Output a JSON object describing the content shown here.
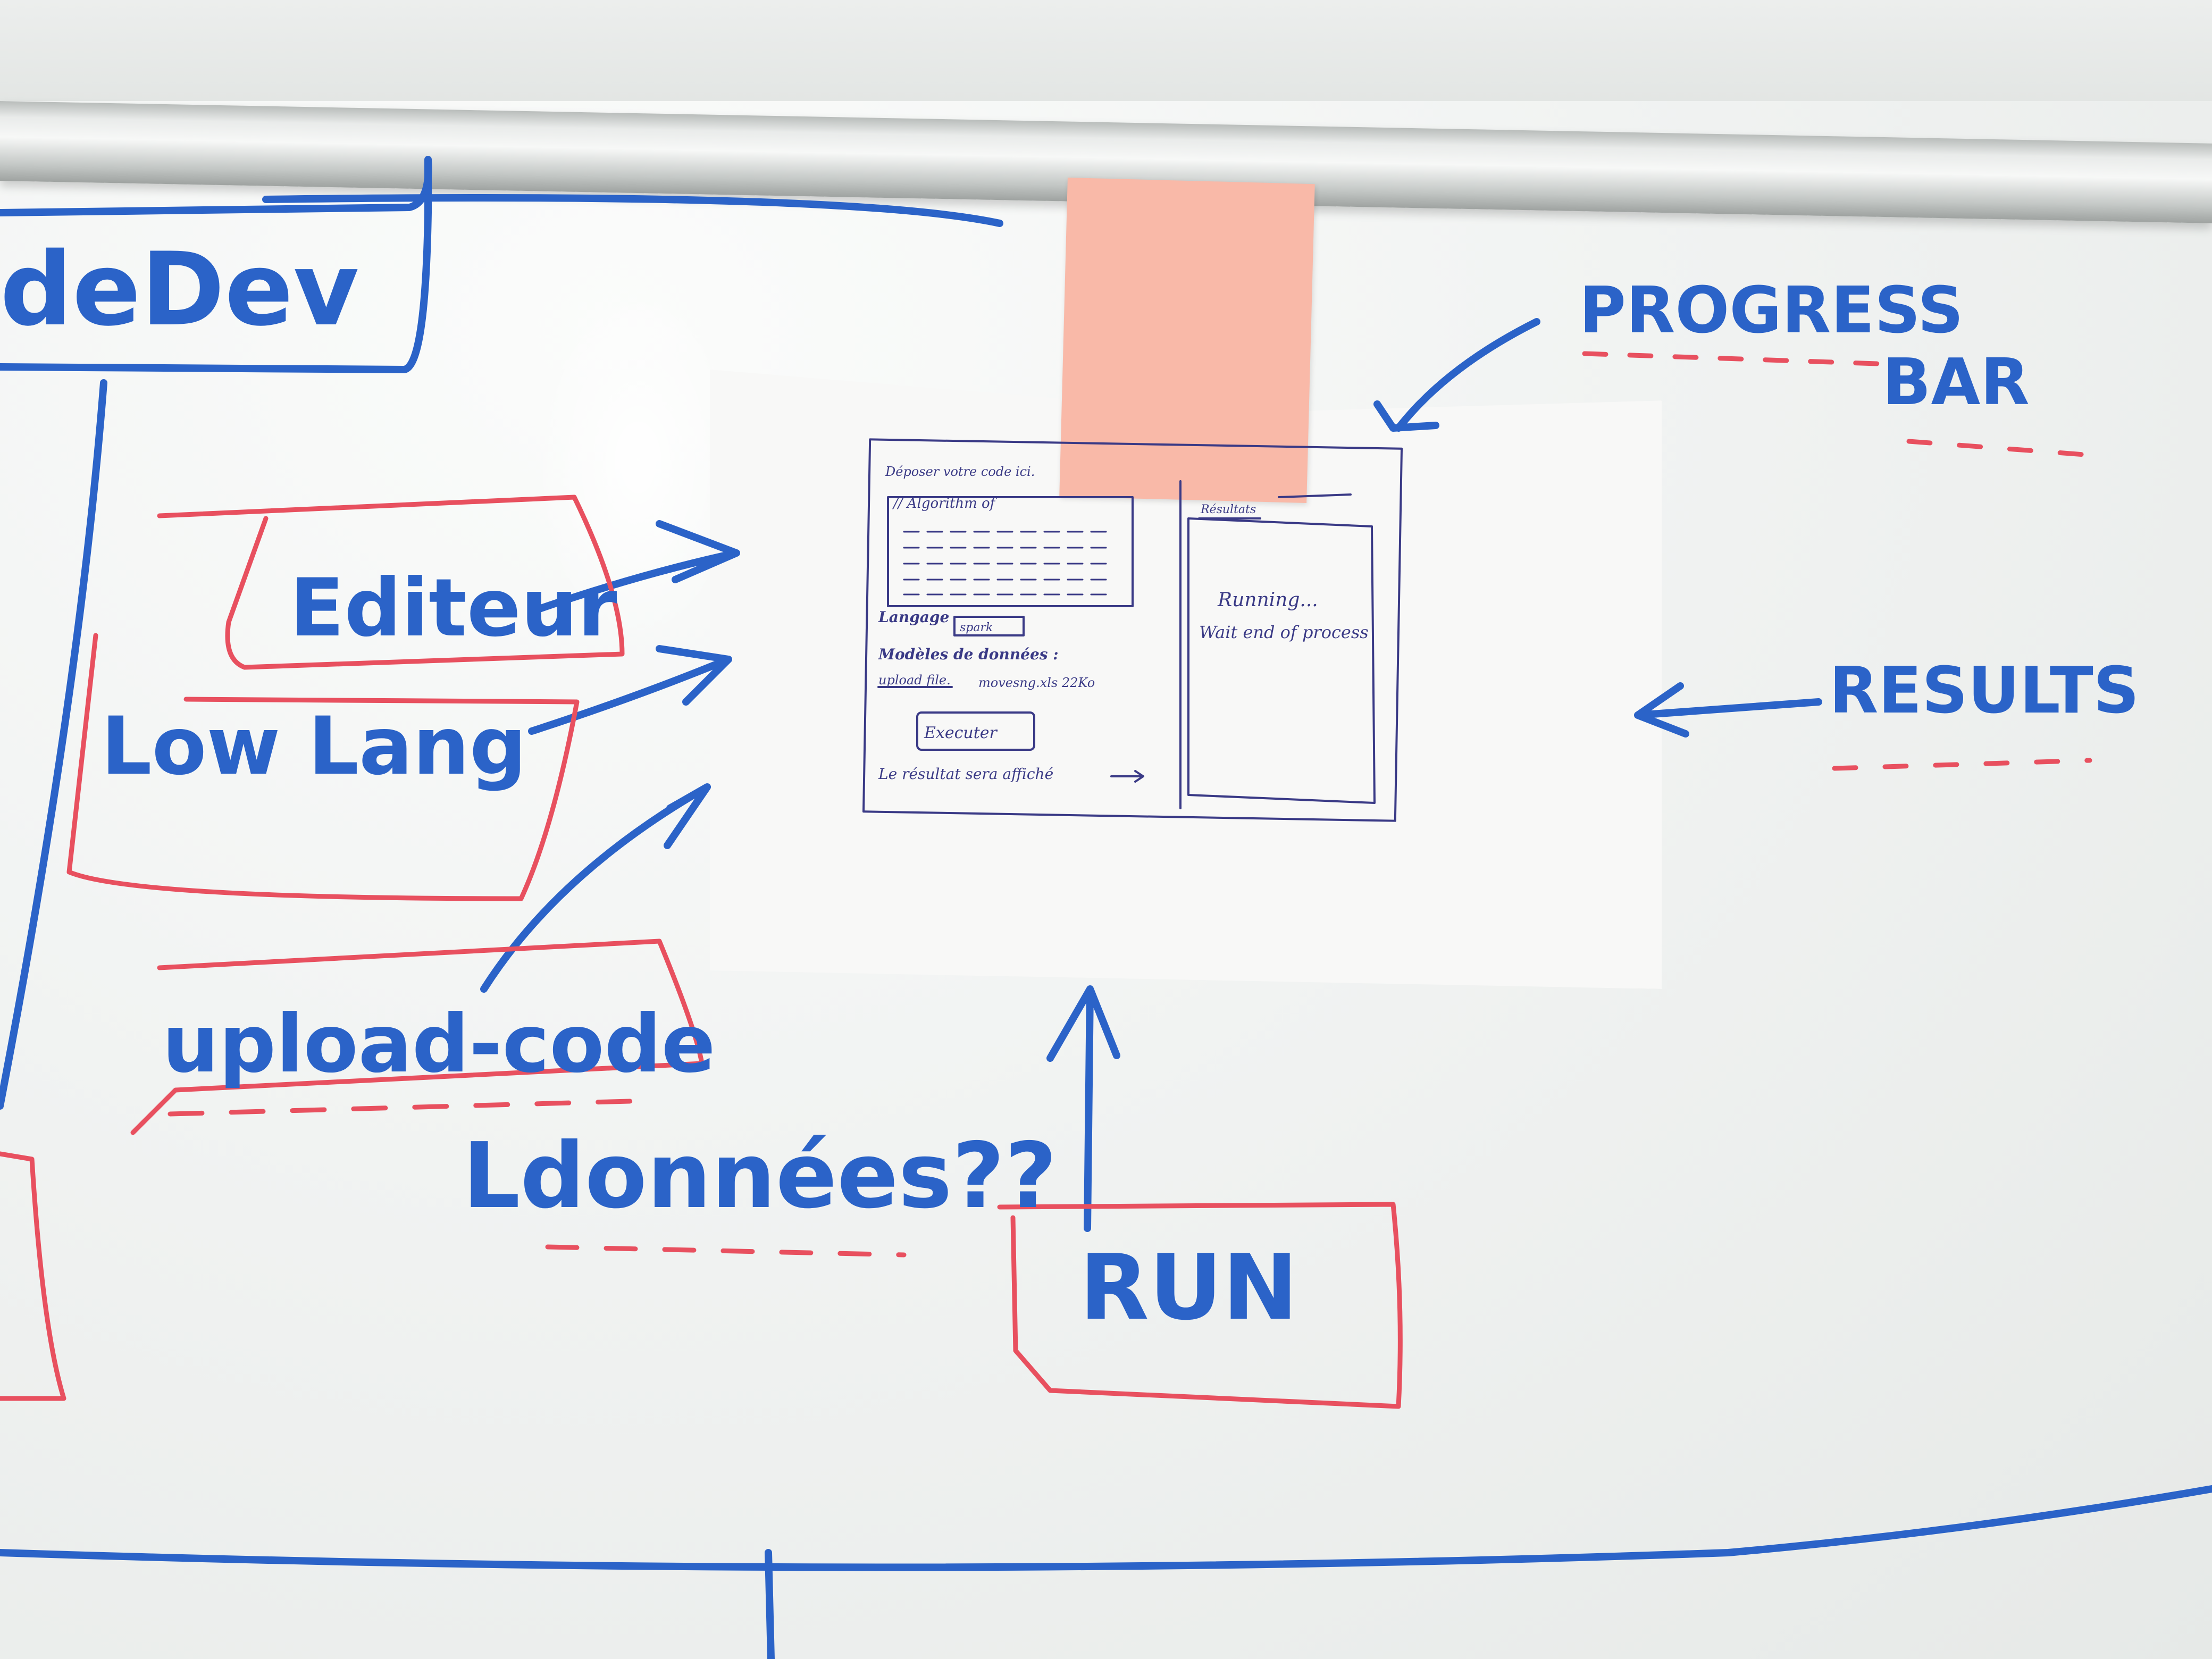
{
  "whiteboard": {
    "top_left_box_label": "deDev",
    "editor_label": "Editeur",
    "low_lang_label": "Low Lang",
    "upload_code_label": "upload-code",
    "donnees_label": "Ldonnées??",
    "run_label": "RUN",
    "progress_label": "PROGRESS",
    "bar_label": "BAR",
    "results_label": "RESULTS"
  },
  "sketch": {
    "deposit_title": "Déposer votre code ici.",
    "code_comment": "// Algorithm of",
    "language_label": "Langage",
    "language_value": "spark",
    "data_model_label": "Modèles de données :",
    "upload_file_link": "upload file.",
    "file_name": "movesng.xls 22Ko",
    "execute_button": "Executer",
    "result_hint": "Le résultat sera affiché",
    "results_title": "Résultats",
    "running_text": "Running...",
    "wait_text": "Wait end of process"
  },
  "colors": {
    "marker_blue": "#2b63c8",
    "marker_red": "#e8505f",
    "ink": "#3a3a86",
    "sticky_note": "#f9b9a8"
  }
}
